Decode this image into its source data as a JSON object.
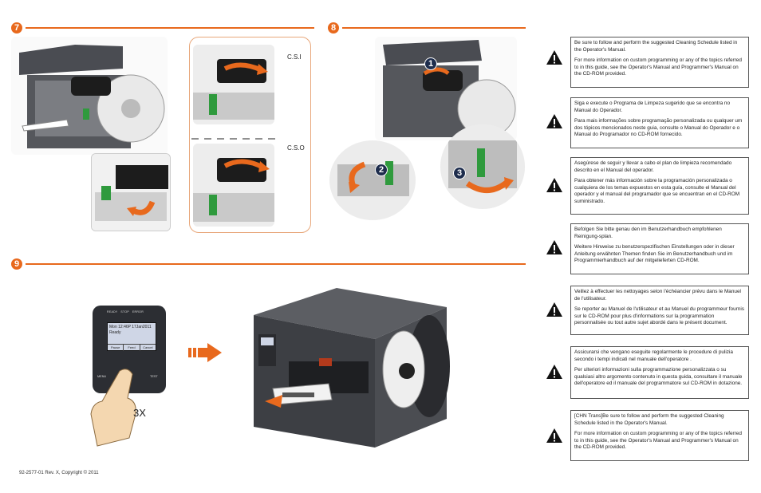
{
  "steps": {
    "step7": "7",
    "step8": "8",
    "step9": "9"
  },
  "step7_labels": {
    "csi": "C.S.I",
    "cso": "C.S.O"
  },
  "step8_markers": [
    "1",
    "2",
    "3"
  ],
  "step9": {
    "lcd_line1": "Mon 12:46P 17Jan2011",
    "lcd_line2": "Ready",
    "softkeys": [
      "Pause",
      "Feed",
      "Cancel"
    ],
    "leds": [
      "READY",
      "STOP",
      "ERROR"
    ],
    "keys": [
      "MENU",
      "TEST"
    ],
    "press_count": "3X"
  },
  "warnings": [
    {
      "p1": "Be sure to follow and perform the suggested Cleaning Schedule listed in the Operator's Manual.",
      "p2": "For more information on custom programming or any of the topics referred to in this guide, see the Operator's Manual and Programmer's Manual on the CD-ROM provided."
    },
    {
      "p1": "Siga e execute o Programa de Limpeza sugerido que se encontra no Manual do Operador.",
      "p2": "Para mais informações sobre programação personalizada ou qualquer um dos tópicos mencionados neste guia, consulte o Manual do Operador e o Manual do Programador no CD-ROM fornecido."
    },
    {
      "p1": "Asegúrese de seguir y llevar a cabo el plan de limpieza recomendado descrito en el Manual del operador.",
      "p2": "Para obtener más información sobre la programación personalizada o cualquiera de los temas expuestos en esta guía, consulte el Manual del operador y el manual del programador que se encuentran en el CD-ROM suministrado."
    },
    {
      "p1": "Befolgen Sie bitte genau den im Benutzerhandbuch empfohlenen Reinigung-splan.",
      "p2": "Weitere Hinweise zu benutzerspezifischen Einstellungen oder in dieser Anleitung erwähnten Themen finden Sie im Benutzerhandbuch und im Programmierhandbuch auf der mitgelieferten CD-ROM."
    },
    {
      "p1": "Veillez à effectuer les nettoyages selon l'échéancier prévu dans le Manuel de l'utilisateur.",
      "p2": "Se reporter au Manuel de l'utilisateur et au Manuel du programmeur fournis sur le CD-ROM pour plus d'informations sur la programmation personnalisée ou tout autre sujet abordé dans le présent document."
    },
    {
      "p1": "Assicurarsi che vengano eseguite regolarmente le procedure di pulizia secondo i tempi indicati nel manuale dell'operatore .",
      "p2": "Per ulteriori informazioni sulla programmazione personalizzata o su qualsiasi altro argomento contenuto in questa guida, consultare il manuale dell'operatore  ed il manuale del programmatore  sul CD-ROM in dotazione."
    },
    {
      "p1": "[CHN Trans]Be sure to follow and perform the suggested Cleaning Schedule listed in the Operator's Manual.",
      "p2": "For more information on custom programming or any of the topics referred to in this guide, see the Operator's Manual and Programmer's Manual on the CD-ROM provided."
    }
  ],
  "footer": {
    "copyright": "92-2577-01 Rev. X, Copyright © 2011"
  },
  "colors": {
    "accent": "#e8691d",
    "green": "#2f9a3d",
    "printer": "#3d3f44"
  }
}
